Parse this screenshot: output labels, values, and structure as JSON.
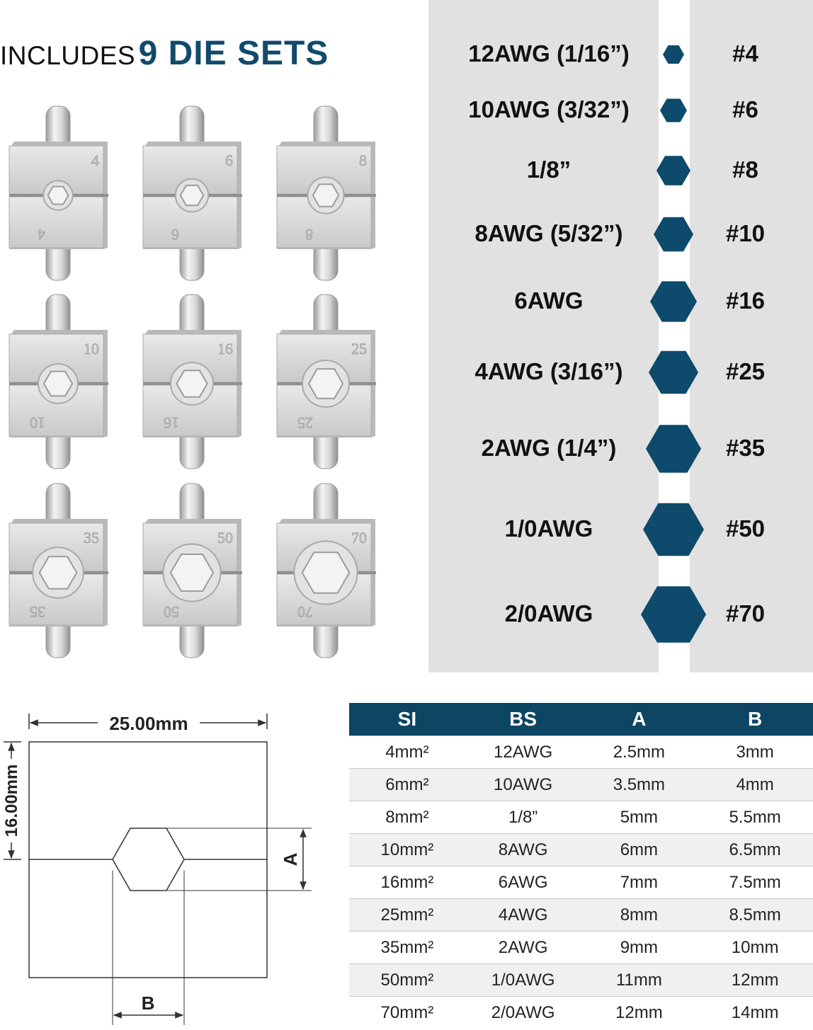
{
  "headline": {
    "prefix": "INCLUDES",
    "highlight": "9 DIE SETS"
  },
  "dies": [
    {
      "number": "4",
      "hex": 0.2
    },
    {
      "number": "6",
      "hex": 0.27
    },
    {
      "number": "8",
      "hex": 0.34
    },
    {
      "number": "10",
      "hex": 0.41
    },
    {
      "number": "16",
      "hex": 0.47
    },
    {
      "number": "25",
      "hex": 0.56
    },
    {
      "number": "35",
      "hex": 0.64
    },
    {
      "number": "50",
      "hex": 0.78
    },
    {
      "number": "70",
      "hex": 0.9
    }
  ],
  "sizes": [
    {
      "gauge": "12AWG (1/16”)",
      "die": "#4"
    },
    {
      "gauge": "10AWG (3/32”)",
      "die": "#6"
    },
    {
      "gauge": "1/8”",
      "die": "#8"
    },
    {
      "gauge": "8AWG (5/32”)",
      "die": "#10"
    },
    {
      "gauge": "6AWG",
      "die": "#16"
    },
    {
      "gauge": "4AWG (3/16”)",
      "die": "#25"
    },
    {
      "gauge": "2AWG (1/4”)",
      "die": "#35"
    },
    {
      "gauge": "1/0AWG",
      "die": "#50"
    },
    {
      "gauge": "2/0AWG",
      "die": "#70"
    }
  ],
  "diagram": {
    "width_label": "25.00mm",
    "height_label": "16.00mm",
    "a_label": "A",
    "b_label": "B"
  },
  "table": {
    "headers": [
      "SI",
      "BS",
      "A",
      "B"
    ],
    "rows": [
      [
        "4mm²",
        "12AWG",
        "2.5mm",
        "3mm"
      ],
      [
        "6mm²",
        "10AWG",
        "3.5mm",
        "4mm"
      ],
      [
        "8mm²",
        "1/8”",
        "5mm",
        "5.5mm"
      ],
      [
        "10mm²",
        "8AWG",
        "6mm",
        "6.5mm"
      ],
      [
        "16mm²",
        "6AWG",
        "7mm",
        "7.5mm"
      ],
      [
        "25mm²",
        "4AWG",
        "8mm",
        "8.5mm"
      ],
      [
        "35mm²",
        "2AWG",
        "9mm",
        "10mm"
      ],
      [
        "50mm²",
        "1/0AWG",
        "11mm",
        "12mm"
      ],
      [
        "70mm²",
        "2/0AWG",
        "12mm",
        "14mm"
      ]
    ]
  },
  "colors": {
    "accent": "#114a6c",
    "hex_fill": "#0d4a6b",
    "panel": "#e1e1e2",
    "table_header": "#0d4563"
  }
}
